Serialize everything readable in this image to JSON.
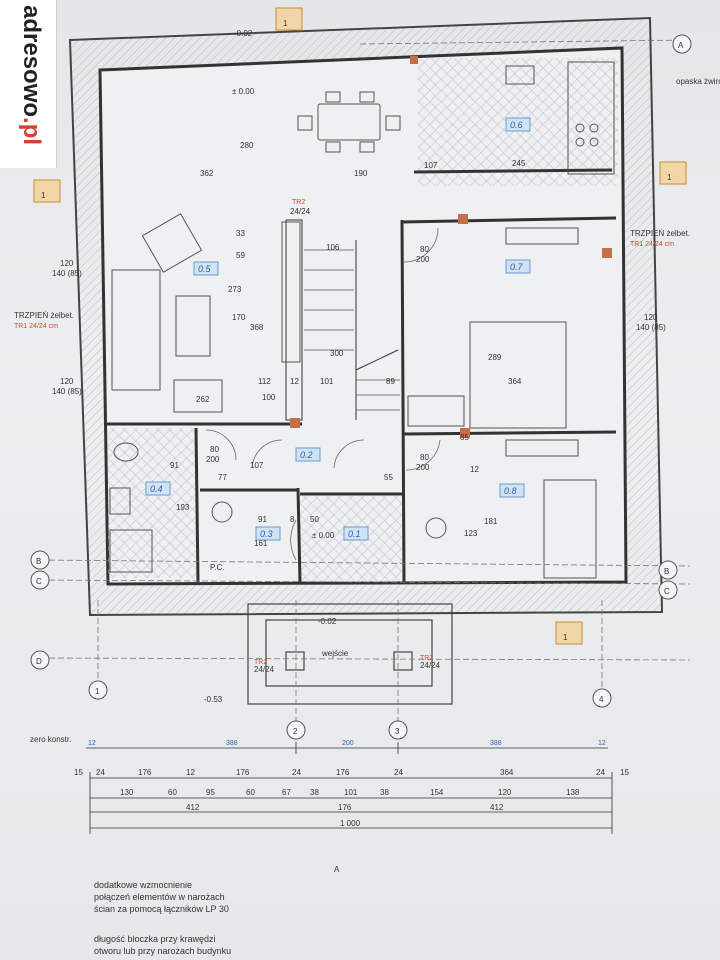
{
  "watermark": {
    "brand": "adresowo",
    "tld": ".pl"
  },
  "rooms": [
    "0.1",
    "0.2",
    "0.3",
    "0.4",
    "0.5",
    "0.6",
    "0.7",
    "0.8"
  ],
  "section_mark": "1",
  "axis_labels": [
    "A",
    "B",
    "C",
    "D",
    "1",
    "2",
    "3",
    "4"
  ],
  "labels": {
    "entrance": "wejście",
    "pc": "P.C.",
    "trzpien": "TRZPIEŃ żelbet.",
    "trzpien_size": "TR1 24/24 cm",
    "opaska": "opaska żwirowa",
    "elev_minus002": "-0.02",
    "elev_zero": "± 0.00",
    "elev_minus053": "-0.53",
    "tr2": "TR2",
    "tr2_size": "24/24",
    "window_a": "120",
    "window_b": "140 (85)",
    "door_a": "80",
    "door_b": "200",
    "zero_konstr": "zero konstr.",
    "section_letter": "A"
  },
  "interior_dims": [
    "362",
    "190",
    "245",
    "107",
    "280",
    "262",
    "112",
    "12",
    "101",
    "89",
    "364",
    "100",
    "91",
    "77",
    "107",
    "55",
    "50",
    "91",
    "8",
    "193",
    "161",
    "85",
    "12",
    "181",
    "123",
    "300",
    "368",
    "273",
    "170",
    "106",
    "289",
    "59",
    "33"
  ],
  "dim_row1": [
    "12",
    "388",
    "200",
    "388",
    "12"
  ],
  "dim_row2": [
    "15",
    "24",
    "176",
    "12",
    "176",
    "24",
    "176",
    "24",
    "364",
    "24",
    "15"
  ],
  "dim_row3": [
    "130",
    "60",
    "95",
    "60",
    "67",
    "38",
    "101",
    "38",
    "154",
    "120",
    "138"
  ],
  "dim_row4": [
    "412",
    "176",
    "412"
  ],
  "dim_total": "1 000",
  "notes": [
    "dodatkowe wzmocnienie",
    "połączeń elementów w narożach",
    "ścian za pomocą łączników LP 30",
    "długość bloczka przy krawędzi",
    "otworu lub przy narożach budynku"
  ]
}
